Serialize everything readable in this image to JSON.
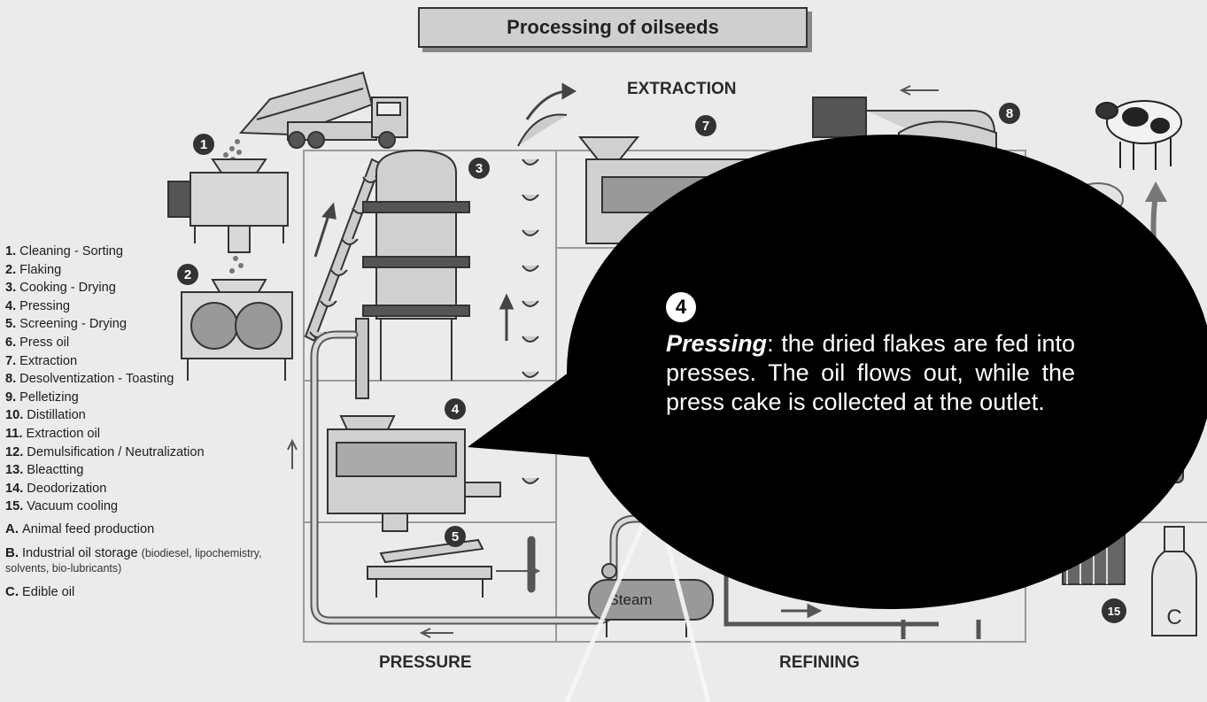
{
  "title": "Processing of oilseeds",
  "sections": {
    "extraction": "EXTRACTION",
    "pressure": "PRESSURE",
    "refining": "REFINING"
  },
  "legend": {
    "steps": [
      {
        "num": "1.",
        "label": "Cleaning - Sorting"
      },
      {
        "num": "2.",
        "label": "Flaking"
      },
      {
        "num": "3.",
        "label": "Cooking - Drying"
      },
      {
        "num": "4.",
        "label": "Pressing"
      },
      {
        "num": "5.",
        "label": "Screening - Drying"
      },
      {
        "num": "6.",
        "label": "Press oil"
      },
      {
        "num": "7.",
        "label": "Extraction"
      },
      {
        "num": "8.",
        "label": "Desolventization - Toasting"
      },
      {
        "num": "9.",
        "label": "Pelletizing"
      },
      {
        "num": "10.",
        "label": "Distillation"
      },
      {
        "num": "11.",
        "label": "Extraction oil"
      },
      {
        "num": "12.",
        "label": "Demulsification / Neutralization"
      },
      {
        "num": "13.",
        "label": "Bleactting"
      },
      {
        "num": "14.",
        "label": "Deodorization"
      },
      {
        "num": "15.",
        "label": "Vacuum cooling"
      }
    ],
    "outputs": [
      {
        "letter": "A.",
        "label": "Animal feed production",
        "sub": ""
      },
      {
        "letter": "B.",
        "label": "Industrial oil storage",
        "sub": "(biodiesel, lipochemistry, solvents, bio-lubricants)"
      },
      {
        "letter": "C.",
        "label": "Edible oil",
        "sub": ""
      }
    ]
  },
  "markers": {
    "m1": "1",
    "m2": "2",
    "m3": "3",
    "m4": "4",
    "m5": "5",
    "m7": "7",
    "m8": "8",
    "m15": "15"
  },
  "steam_label": "Steam",
  "bottle_label": "C",
  "callout": {
    "number": "4",
    "term": "Pressing",
    "text": ": the dried flakes are fed into presses. The oil flows out, while the press cake is collected at the outlet."
  }
}
